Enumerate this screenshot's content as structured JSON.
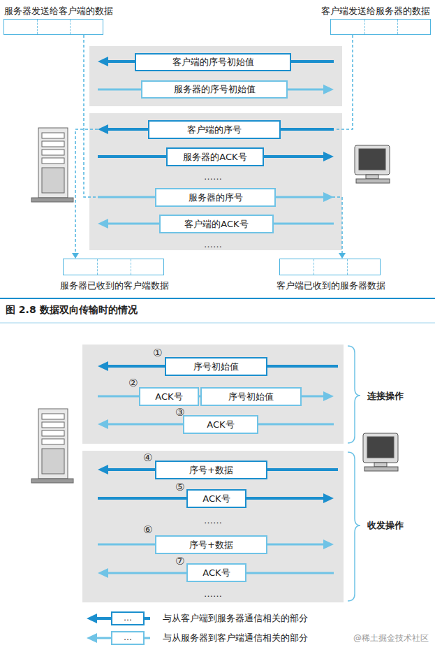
{
  "diagram": {
    "caption": "图 2.8 数据双向传输时的情况",
    "nodes": [
      {
        "text": [
          "服务器发送给客户端的数据"
        ]
      },
      {
        "text": [
          "客户端发送给服务器的数据"
        ]
      },
      {
        "text": [
          "客户端的序号初始值"
        ]
      },
      {
        "text": [
          "服务器的序号初始值"
        ]
      },
      {
        "text": [
          "客户端的序号"
        ]
      },
      {
        "text": [
          "服务器的ACK号"
        ]
      },
      {
        "text": [
          "服务器的序号"
        ]
      },
      {
        "text": [
          "客户端的ACK号"
        ]
      },
      {
        "text": [
          "服务器已收到的客户端数据"
        ]
      },
      {
        "text": [
          "客户端已收到的服务器数据"
        ]
      },
      {
        "text": [
          "序号初始值"
        ]
      },
      {
        "text": [
          "ACK号"
        ]
      },
      {
        "text": [
          "序号初始值"
        ]
      },
      {
        "text": [
          "ACK号"
        ]
      },
      {
        "text": [
          "序号+数据"
        ]
      },
      {
        "text": [
          "ACK号"
        ]
      },
      {
        "text": [
          "序号+数据"
        ]
      },
      {
        "text": [
          "ACK号"
        ]
      }
    ],
    "labels": [
      "……",
      "……",
      "①",
      "②",
      "③",
      "④",
      "⑤",
      "⑥",
      "⑦",
      "……",
      "……",
      "连接操作",
      "收发操作",
      "…",
      "…",
      "@稀土掘金技术社区"
    ],
    "legend": [
      {
        "text": "与从客户端到服务器通信相关的部分"
      },
      {
        "text": "与从服务器到客户端通信相关的部分"
      }
    ]
  }
}
